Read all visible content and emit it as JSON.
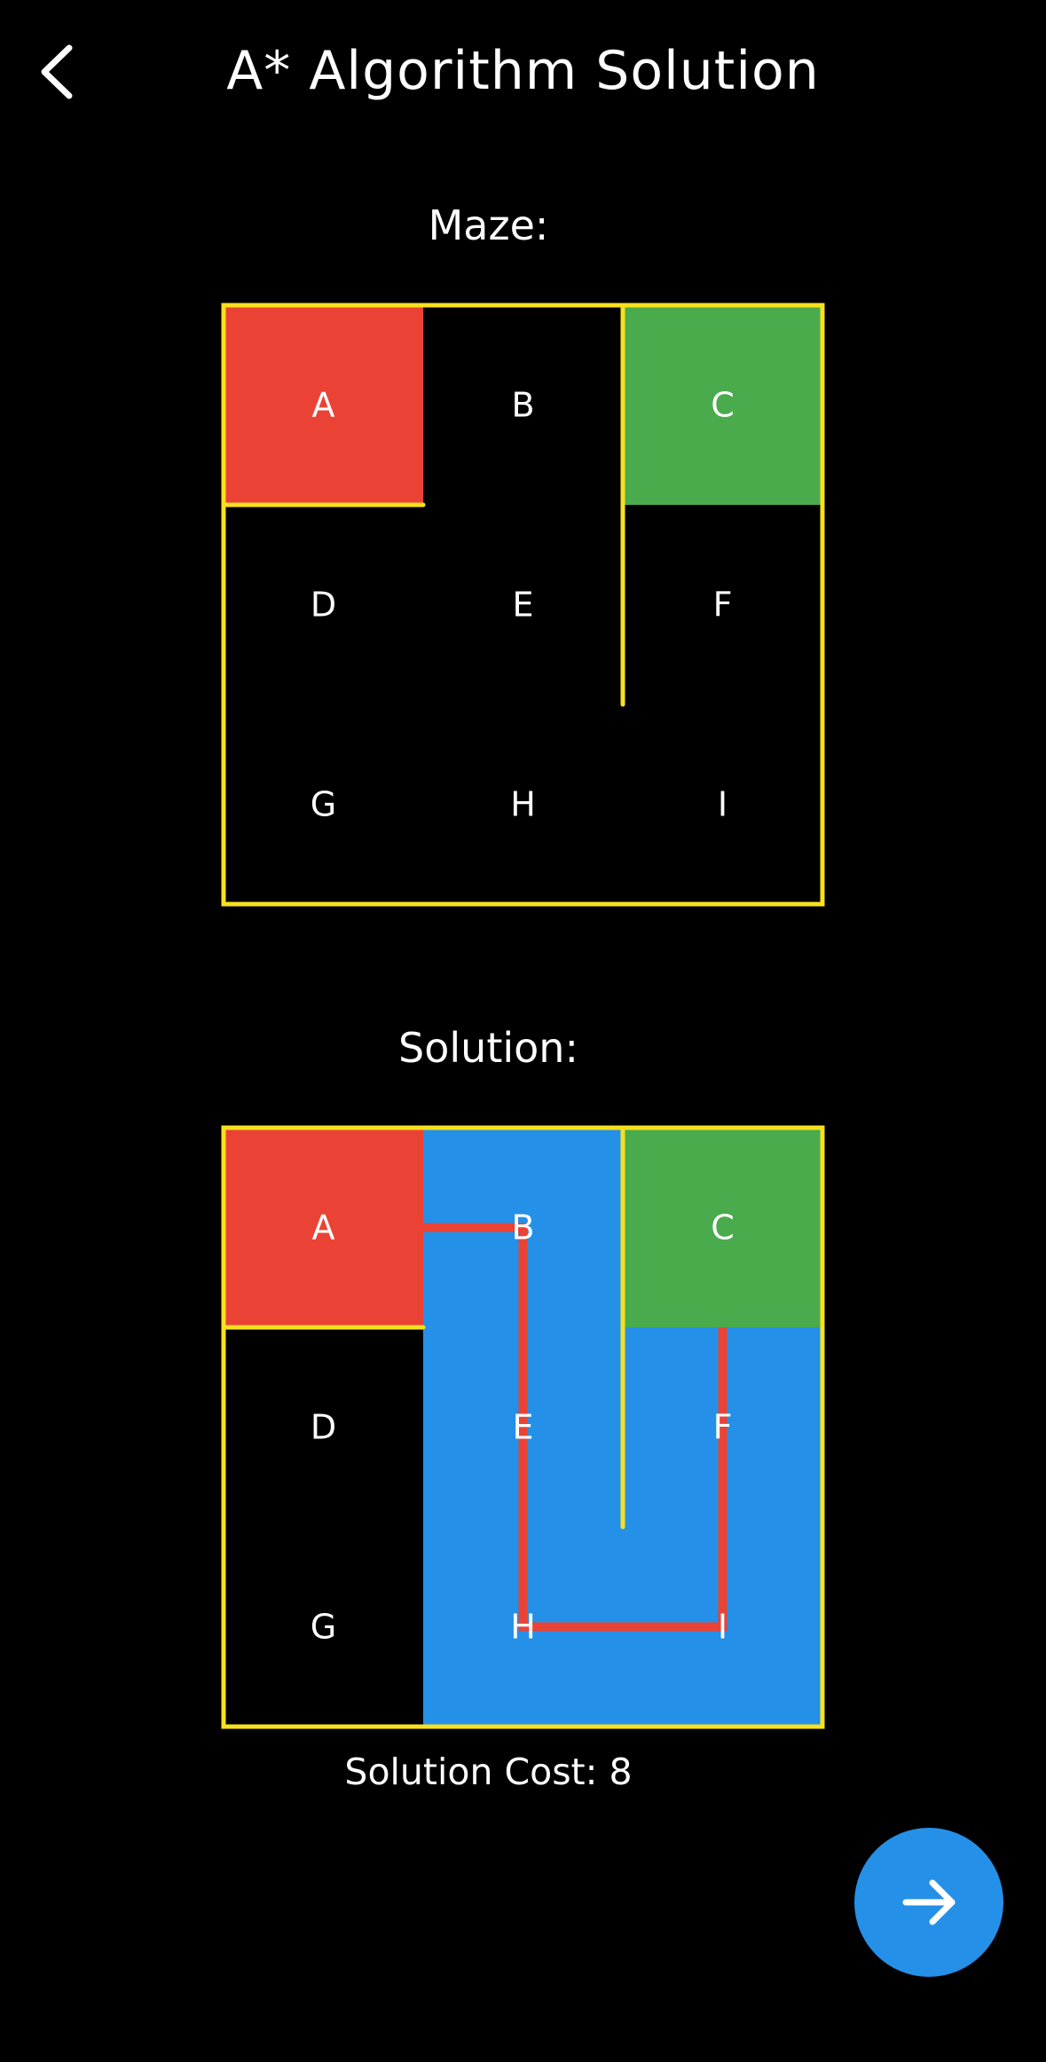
{
  "header": {
    "title": "A* Algorithm Solution",
    "back_icon": "chevron-left-icon"
  },
  "maze_section": {
    "label": "Maze:"
  },
  "solution_section": {
    "label": "Solution:",
    "cost_text": "Solution Cost: 8"
  },
  "grid": {
    "rows": 3,
    "cols": 3,
    "cells": [
      "A",
      "B",
      "C",
      "D",
      "E",
      "F",
      "G",
      "H",
      "I"
    ],
    "start": "A",
    "goal": "C",
    "walls": [
      {
        "between": [
          "A",
          "D"
        ]
      },
      {
        "between": [
          "B",
          "C"
        ]
      },
      {
        "between": [
          "E",
          "F"
        ]
      }
    ]
  },
  "solution": {
    "visited": [
      "B",
      "E",
      "F",
      "H",
      "I"
    ],
    "path": [
      "B",
      "E",
      "H",
      "I",
      "F"
    ]
  },
  "colors": {
    "background": "#000000",
    "wall": "#f7e11f",
    "start": "#ea4335",
    "goal": "#4aab4c",
    "visited": "#2590e8",
    "path": "#ea4335",
    "text": "#ffffff",
    "fab": "#2590e8"
  },
  "fab": {
    "icon": "arrow-right-icon"
  }
}
